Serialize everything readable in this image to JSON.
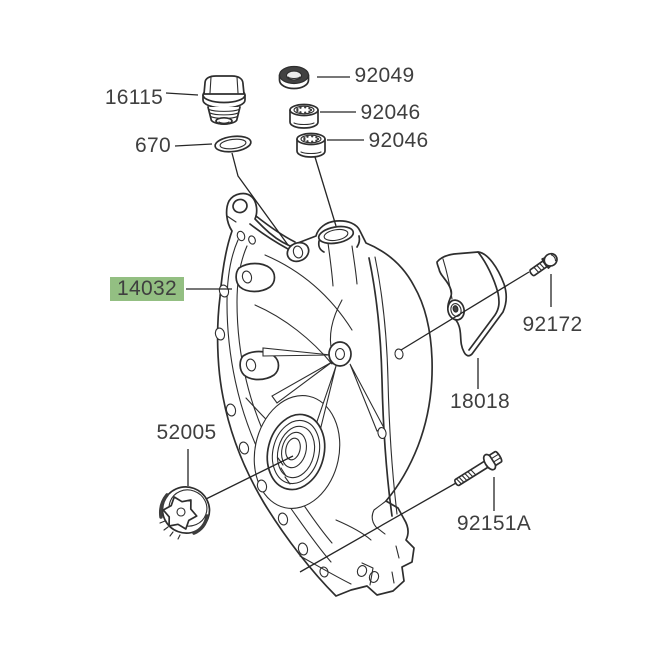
{
  "diagram": {
    "type": "exploded-parts-diagram",
    "colors": {
      "background": "#ffffff",
      "line": "#2e2e2e",
      "text": "#3f3f3f",
      "highlight": "#93bf82",
      "dark_fill": "#424242"
    },
    "highlighted_part": "14032"
  },
  "labels": {
    "p16115": "16115",
    "p670": "670",
    "p92049": "92049",
    "p92046a": "92046",
    "p92046b": "92046",
    "p14032": "14032",
    "p52005": "52005",
    "p92172": "92172",
    "p18018": "18018",
    "p92151a": "92151A"
  }
}
